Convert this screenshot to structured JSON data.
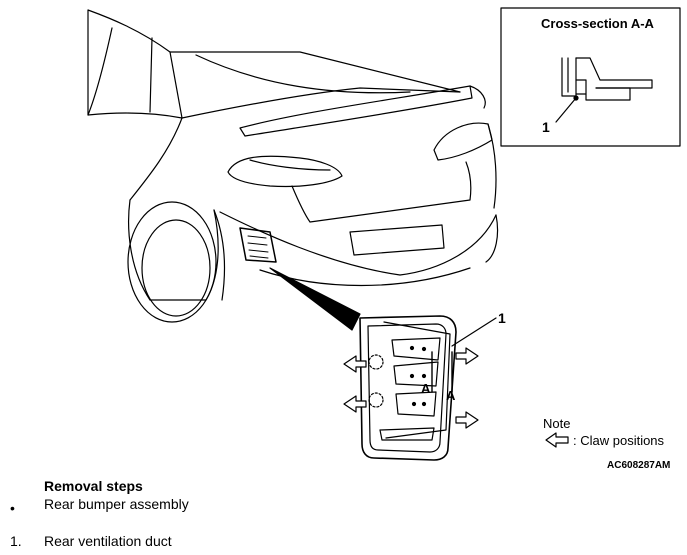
{
  "diagram": {
    "inset_title": "Cross-section A-A",
    "inset_part_number": "1",
    "detail_part_number": "1",
    "section_mark_upper": "A",
    "section_mark_lower": "A",
    "note_label": "Note",
    "note_legend_text": ": Claw positions",
    "figure_code": "AC608287AM",
    "arrow_icon": "hollow-arrow-left-icon"
  },
  "removal": {
    "title": "Removal steps",
    "steps": [
      {
        "marker": "•",
        "label": "Rear bumper assembly"
      },
      {
        "marker": "1.",
        "label": "Rear ventilation duct"
      }
    ]
  }
}
